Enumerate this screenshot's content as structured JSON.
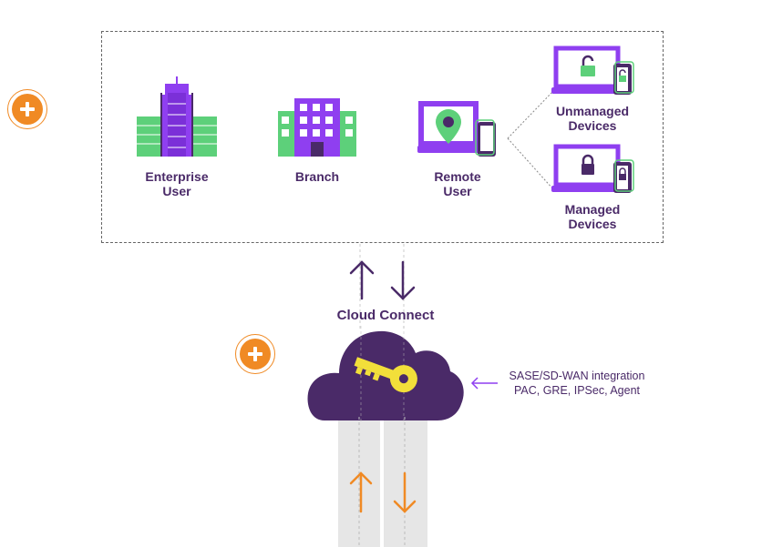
{
  "labels": {
    "enterprise": "Enterprise\nUser",
    "branch": "Branch",
    "remote": "Remote\nUser",
    "unmanaged": "Unmanaged\nDevices",
    "managed": "Managed\nDevices",
    "cloud_connect": "Cloud Connect",
    "integration_line1": "SASE/SD-WAN integration",
    "integration_line2": "PAC, GRE, IPSec, Agent"
  },
  "icons": {
    "expand_top": "plus-icon",
    "expand_cloud": "plus-icon",
    "enterprise": "office-tower-icon",
    "branch": "branch-building-icon",
    "remote": "laptop-location-icon",
    "unmanaged": "laptop-unlocked-icon",
    "managed": "laptop-locked-icon",
    "cloud": "cloud-key-icon"
  },
  "colors": {
    "purple_dark": "#4a2a68",
    "purple": "#8f3ff0",
    "green": "#5dd07a",
    "orange": "#f08a24",
    "key_yellow": "#f2df3a",
    "lane_gray": "#e6e6e6"
  }
}
